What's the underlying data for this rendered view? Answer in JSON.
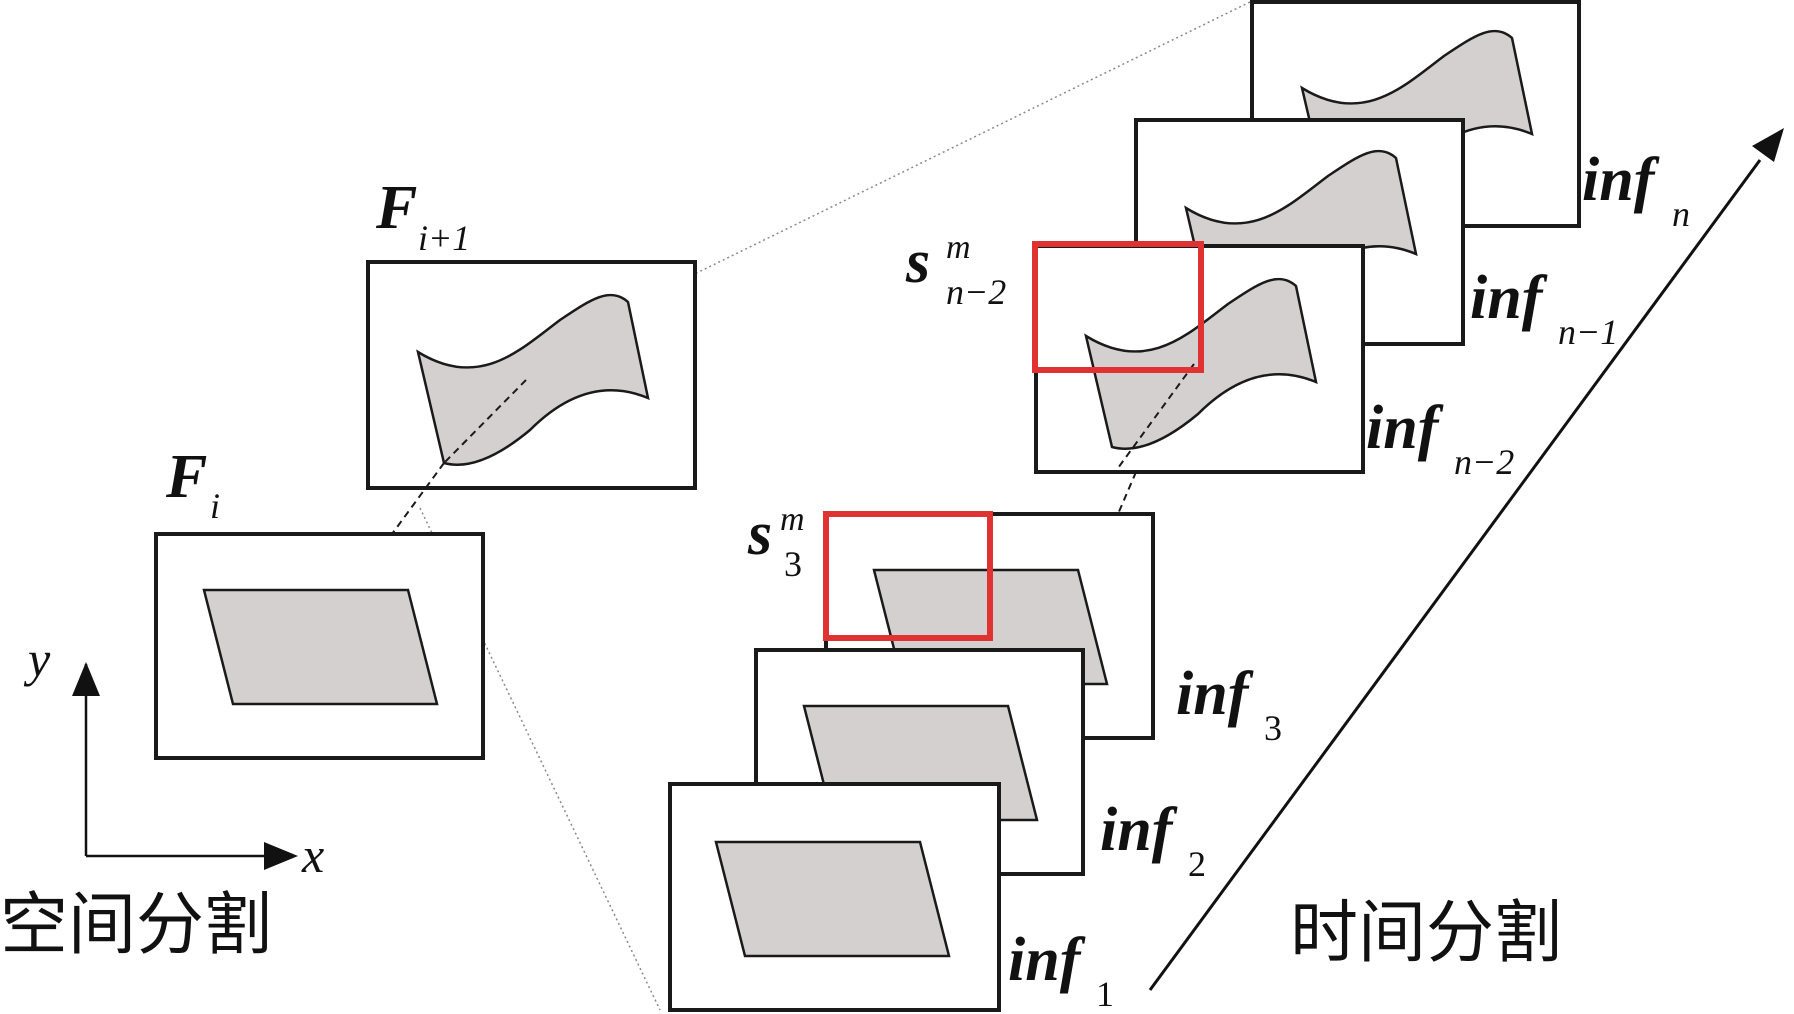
{
  "colors": {
    "frame": "#1a1a1a",
    "shape_fill": "#d4d0d0",
    "highlight": "#e03232",
    "guide": "#8a8a8a"
  },
  "spatial": {
    "frame_i": {
      "base": "F",
      "sub": "i"
    },
    "frame_i1": {
      "base": "F",
      "sub": "i+1"
    },
    "axis_x": "x",
    "axis_y": "y",
    "caption": "空间分割"
  },
  "temporal": {
    "frames": [
      {
        "base": "inf",
        "sub": "1"
      },
      {
        "base": "inf",
        "sub": "2"
      },
      {
        "base": "inf",
        "sub": "3"
      },
      {
        "base": "inf",
        "sub": "n−2"
      },
      {
        "base": "inf",
        "sub": "n−1"
      },
      {
        "base": "inf",
        "sub": "n"
      }
    ],
    "segments": [
      {
        "base": "s",
        "sup": "m",
        "sub": "3"
      },
      {
        "base": "s",
        "sup": "m",
        "sub": "n−2"
      }
    ],
    "caption": "时间分割"
  },
  "icons": {
    "time_arrow": "arrow-up-right-icon",
    "axis_arrows": "arrow-icon"
  }
}
